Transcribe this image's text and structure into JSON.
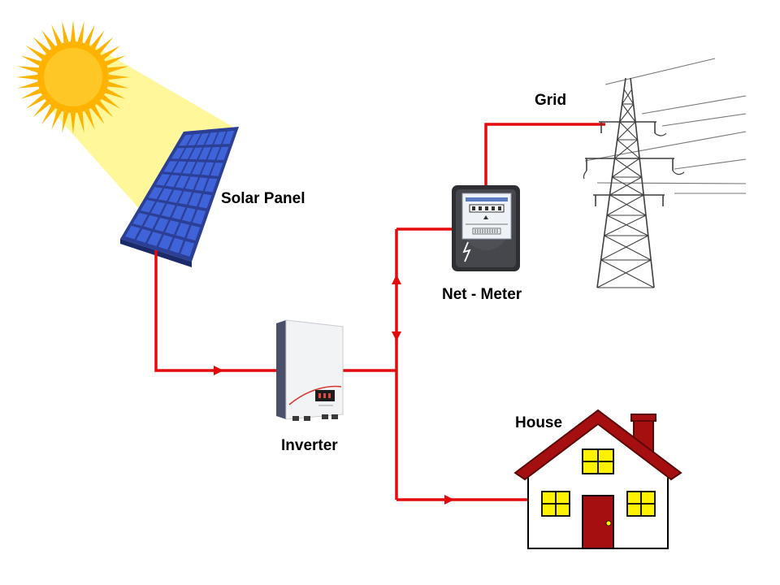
{
  "labels": {
    "solar_panel": "Solar Panel",
    "inverter": "Inverter",
    "net_meter": "Net - Meter",
    "grid": "Grid",
    "house": "House"
  },
  "colors": {
    "wire": "#e30b0b",
    "sun": "#ffb300",
    "sun_ray_beam": "#fff79a",
    "panel_cell": "#3f63d8",
    "house_roof": "#a50f0f",
    "house_window": "#fff200",
    "house_door": "#a50f0f"
  },
  "icons": {
    "sun": "sun-icon",
    "solar_panel": "solar-panel-icon",
    "inverter": "inverter-icon",
    "net_meter": "electric-meter-icon",
    "grid": "transmission-tower-icon",
    "house": "house-icon"
  }
}
